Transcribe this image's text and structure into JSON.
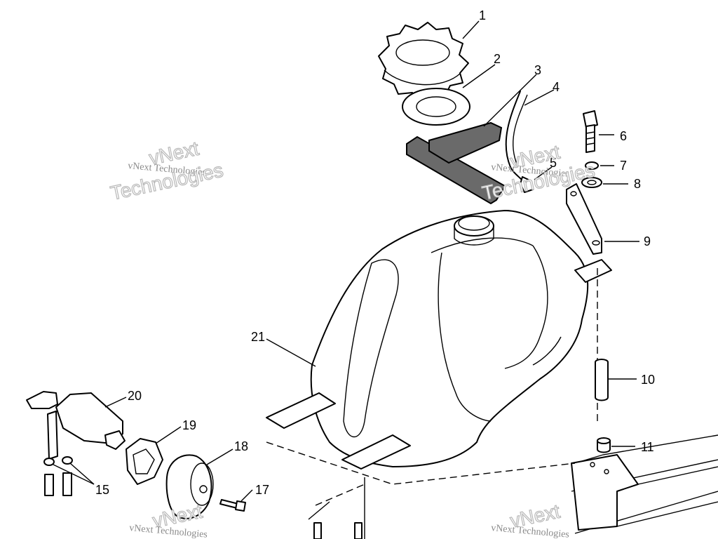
{
  "callouts": {
    "c1": "1",
    "c2": "2",
    "c3": "3",
    "c4": "4",
    "c5": "5",
    "c6": "6",
    "c7": "7",
    "c8": "8",
    "c9": "9",
    "c10": "10",
    "c11": "11",
    "c15": "15",
    "c17": "17",
    "c18": "18",
    "c19": "19",
    "c20": "20",
    "c21": "21"
  },
  "watermarks": {
    "brand": "vNext",
    "company": "vNext Technologies",
    "technologies": "Technologies"
  }
}
